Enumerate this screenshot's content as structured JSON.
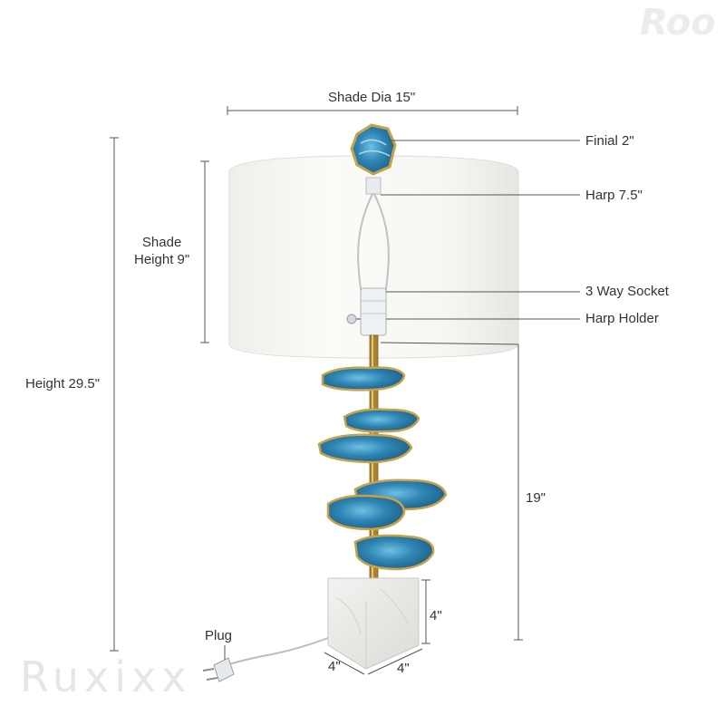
{
  "labels": {
    "shade_dia": "Shade Dia 15\"",
    "finial": "Finial 2\"",
    "harp": "Harp 7.5\"",
    "shade_height_line1": "Shade",
    "shade_height_line2": "Height 9\"",
    "socket": "3 Way Socket",
    "harp_holder": "Harp Holder",
    "height": "Height 29.5\"",
    "height_19": "19\"",
    "base_height": "4\"",
    "base_width": "4\"",
    "base_depth": "4\"",
    "plug": "Plug"
  },
  "watermark": {
    "brand": "Ruxixx",
    "corner": "Roo"
  },
  "colors": {
    "agate": "#2f86b4",
    "agate_dark": "#1d5f87",
    "gold": "#c8a24a",
    "brass": "#a8822e",
    "shade": "#f7f7f4",
    "marble": "#ecebe9",
    "dimension_line": "#555555"
  }
}
